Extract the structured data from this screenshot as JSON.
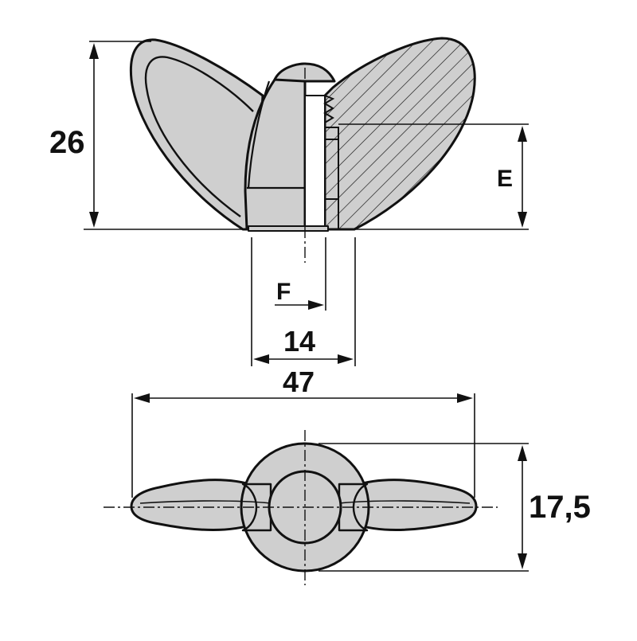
{
  "drawing": {
    "subject": "wing nut technical drawing",
    "colors": {
      "part_fill": "#cfcfcf",
      "line": "#111111",
      "background": "#ffffff"
    }
  },
  "dimensions": {
    "height": "26",
    "thread_depth": "E",
    "thread": "F",
    "hub_diameter": "14",
    "overall_width": "47",
    "hub_outer_diameter": "17,5"
  }
}
